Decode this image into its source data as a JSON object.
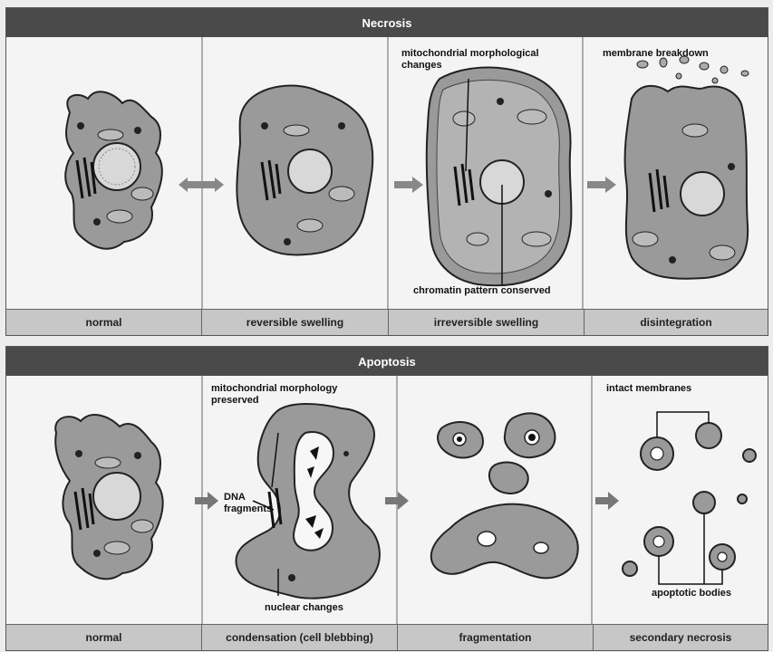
{
  "necrosis": {
    "title": "Necrosis",
    "captions": [
      "normal",
      "reversible swelling",
      "irreversible swelling",
      "disintegration"
    ],
    "annotations": {
      "mito_changes": "mitochondrial morphological changes",
      "chromatin": "chromatin pattern conserved",
      "membrane_breakdown": "membrane breakdown"
    }
  },
  "apoptosis": {
    "title": "Apoptosis",
    "captions": [
      "normal",
      "condensation (cell blebbing)",
      "fragmentation",
      "secondary necrosis"
    ],
    "annotations": {
      "mito_preserved": "mitochondrial morphology preserved",
      "dna_fragments": "DNA fragments",
      "nuclear_changes": "nuclear changes",
      "intact_membranes": "intact membranes",
      "apoptotic_bodies": "apoptotic bodies"
    }
  }
}
